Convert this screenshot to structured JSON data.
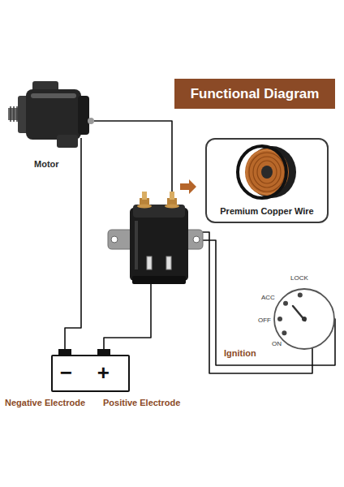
{
  "diagram": {
    "title": "Functional Diagram",
    "nodes": [
      {
        "text": [
          "Premium Copper Wire"
        ]
      },
      {
        "text": [
          "−",
          "+"
        ]
      }
    ],
    "labels": [
      "Motor",
      "LOCK",
      "ACC",
      "OFF",
      "ON",
      "Ignition",
      "Negative Electrode",
      "Positive Electrode"
    ]
  }
}
